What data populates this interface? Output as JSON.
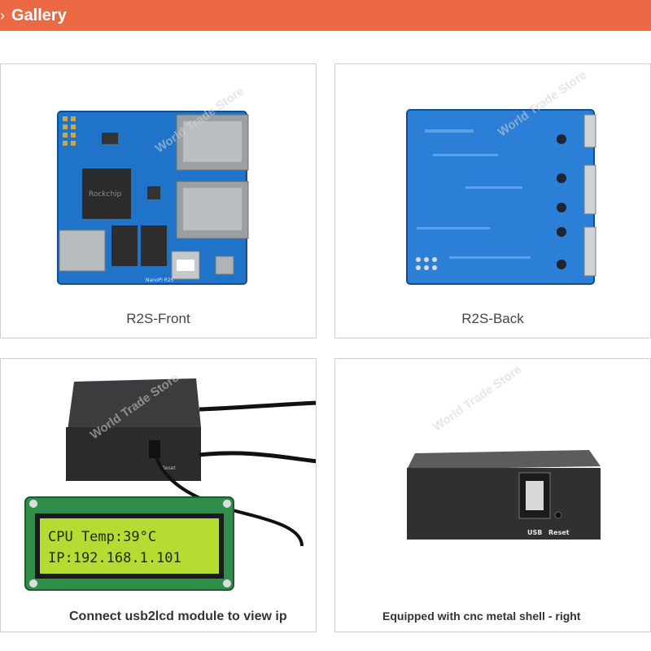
{
  "header": {
    "title": "Gallery",
    "chevron_icon": "chevron-icon",
    "color": "#ec6a43"
  },
  "watermark": "World Trade Store",
  "gallery": [
    {
      "caption": "R2S-Front"
    },
    {
      "caption": "R2S-Back"
    },
    {
      "caption": "Connect usb2lcd module to view ip"
    },
    {
      "caption": "Equipped with cnc metal shell - right"
    }
  ],
  "front_board": {
    "silkscreen": "NanoPi R2S",
    "chip_label": "Rockchip"
  },
  "lcd": {
    "line1": "CPU Temp:39°C",
    "line2": "IP:192.168.1.101"
  },
  "case": {
    "usb_label": "USB",
    "reset_label": "Reset"
  }
}
